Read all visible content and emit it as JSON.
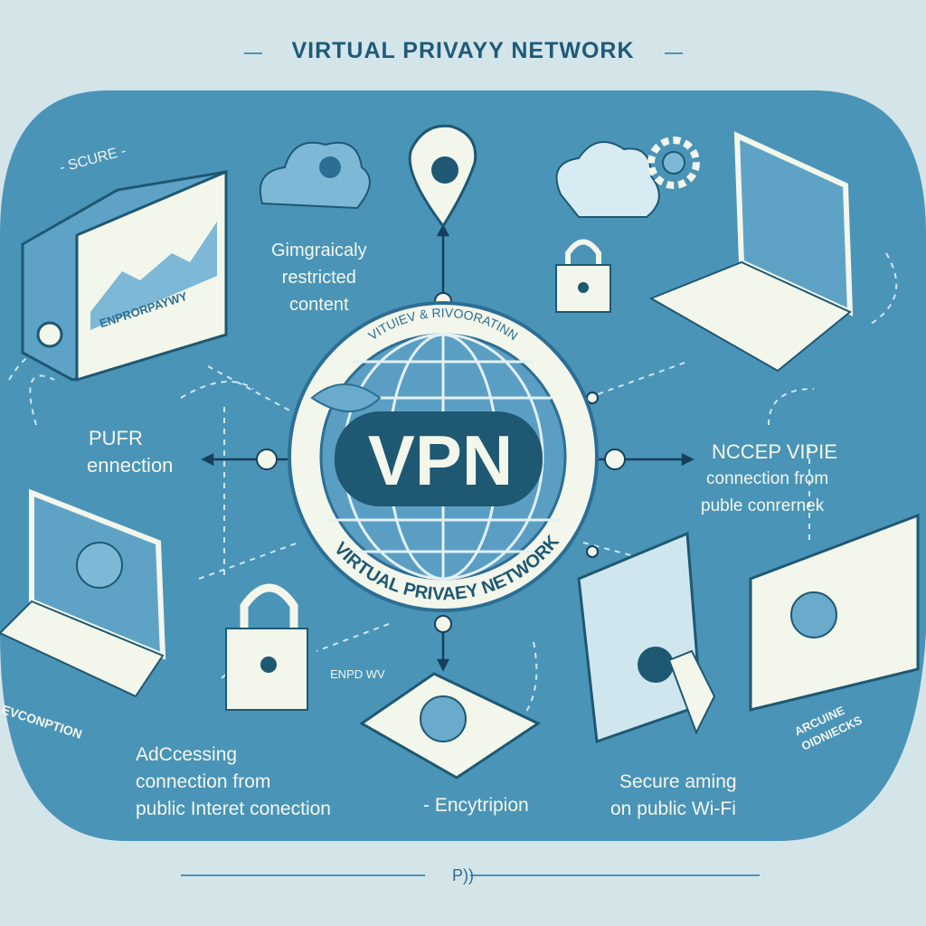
{
  "title": "VIRTUAL  PRIVAYY NETWORK",
  "colors": {
    "background": "#d4e5ea",
    "panel": "#4a94b8",
    "dark": "#1f5a78",
    "cream": "#f3f6ea"
  },
  "hub": {
    "badge": "VPN",
    "ring_top": "VITUIEV & RIVOORATINN",
    "ring_bottom": "VIRTUAL PRIVAEY NETWORK"
  },
  "labels": {
    "secure": "- SCURE -",
    "server_screen": "ENPRORPAYWY",
    "geo_line1": "Gimgraicaly",
    "geo_line2": "restricted",
    "geo_line3": "content",
    "left_line1": "PUFR",
    "left_line2": "ennection",
    "right_line1": "NCCEP VIPIE",
    "right_line2": "connection from",
    "right_line3": "puble conrernek",
    "laptop_left": "EVCONPTION",
    "small_center": "ENPD WV",
    "access_line1": "AdCcessing",
    "access_line2": "connection from",
    "access_line3": "public Interet conection",
    "encryption": "- Encytripion",
    "wifi_line1": "Secure aming",
    "wifi_line2": "on public Wi-Fi",
    "monitor_line1": "ARCUINE",
    "monitor_line2": "OIDNIECKS"
  },
  "footer": "P))",
  "icons": [
    "server-icon",
    "cloud-user-icon",
    "location-pin-icon",
    "cloud-wifi-icon",
    "gear-icon",
    "padlock-icon",
    "laptop-icon",
    "globe-icon",
    "leaf-icon",
    "smartphone-icon",
    "tablet-touch-icon",
    "monitor-icon",
    "arrow-icon"
  ]
}
